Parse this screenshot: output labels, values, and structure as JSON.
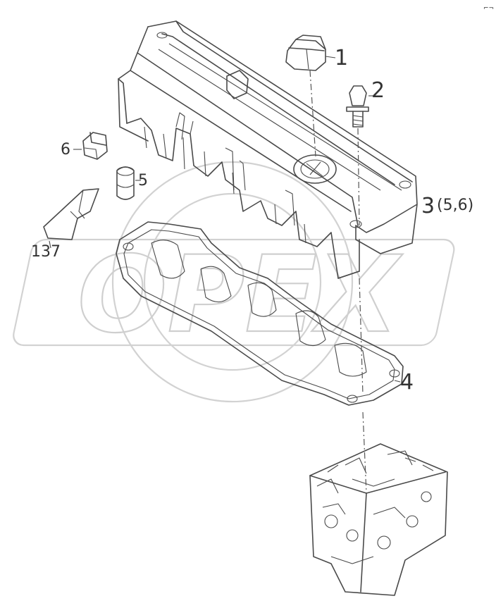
{
  "watermark": {
    "text": "OPEX"
  },
  "corner_mark": "⌐¬",
  "callouts": [
    {
      "id": "1",
      "text": "1"
    },
    {
      "id": "2",
      "text": "2"
    },
    {
      "id": "3",
      "text": "3"
    },
    {
      "id": "3-sub",
      "text": "(5,6)"
    },
    {
      "id": "4",
      "text": "4"
    },
    {
      "id": "5",
      "text": "5"
    },
    {
      "id": "6",
      "text": "6"
    },
    {
      "id": "137",
      "text": "137"
    }
  ],
  "colors": {
    "line": "#4a4a4a",
    "watermark": "#d2d2d2",
    "background": "#ffffff"
  }
}
